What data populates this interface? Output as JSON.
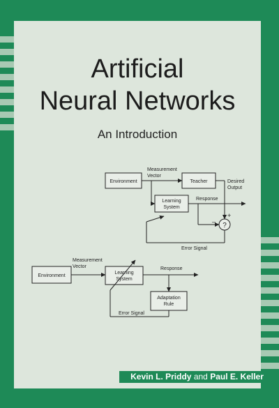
{
  "cover": {
    "title_line1": "Artificial",
    "title_line2": "Neural Networks",
    "subtitle": "An Introduction",
    "author1": "Kevin L. Priddy",
    "and": "and",
    "author2": "Paul E. Keller"
  },
  "diagram1": {
    "environment": "Environment",
    "measurement": "Measurement",
    "vector": "Vector",
    "teacher": "Teacher",
    "desired": "Desired",
    "output": "Output",
    "learning": "Learning",
    "system": "System",
    "response": "Response",
    "question": "?",
    "minus": "–",
    "plus": "+",
    "error_signal": "Error Signal"
  },
  "diagram2": {
    "environment": "Environment",
    "measurement": "Measurement",
    "vector": "Vector",
    "learning": "Learning",
    "system": "System",
    "response": "Response",
    "adaptation": "Adaptation",
    "rule": "Rule",
    "error_signal": "Error Signal"
  },
  "colors": {
    "green": "#1e8a57",
    "panel": "#dde6dc",
    "stripe": "#a8c9b3"
  }
}
